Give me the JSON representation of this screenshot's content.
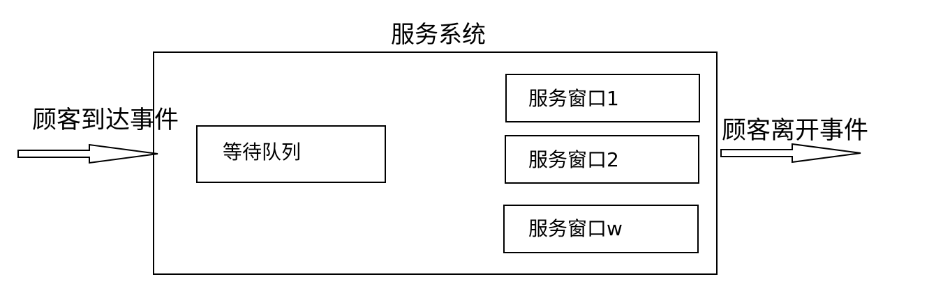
{
  "system": {
    "title": "服务系统"
  },
  "queue": {
    "label": "等待队列"
  },
  "windows": [
    {
      "label": "服务窗口1"
    },
    {
      "label": "服务窗口2"
    },
    {
      "label": "服务窗口w"
    }
  ],
  "events": {
    "arrival": "顾客到达事件",
    "departure": "顾客离开事件"
  }
}
